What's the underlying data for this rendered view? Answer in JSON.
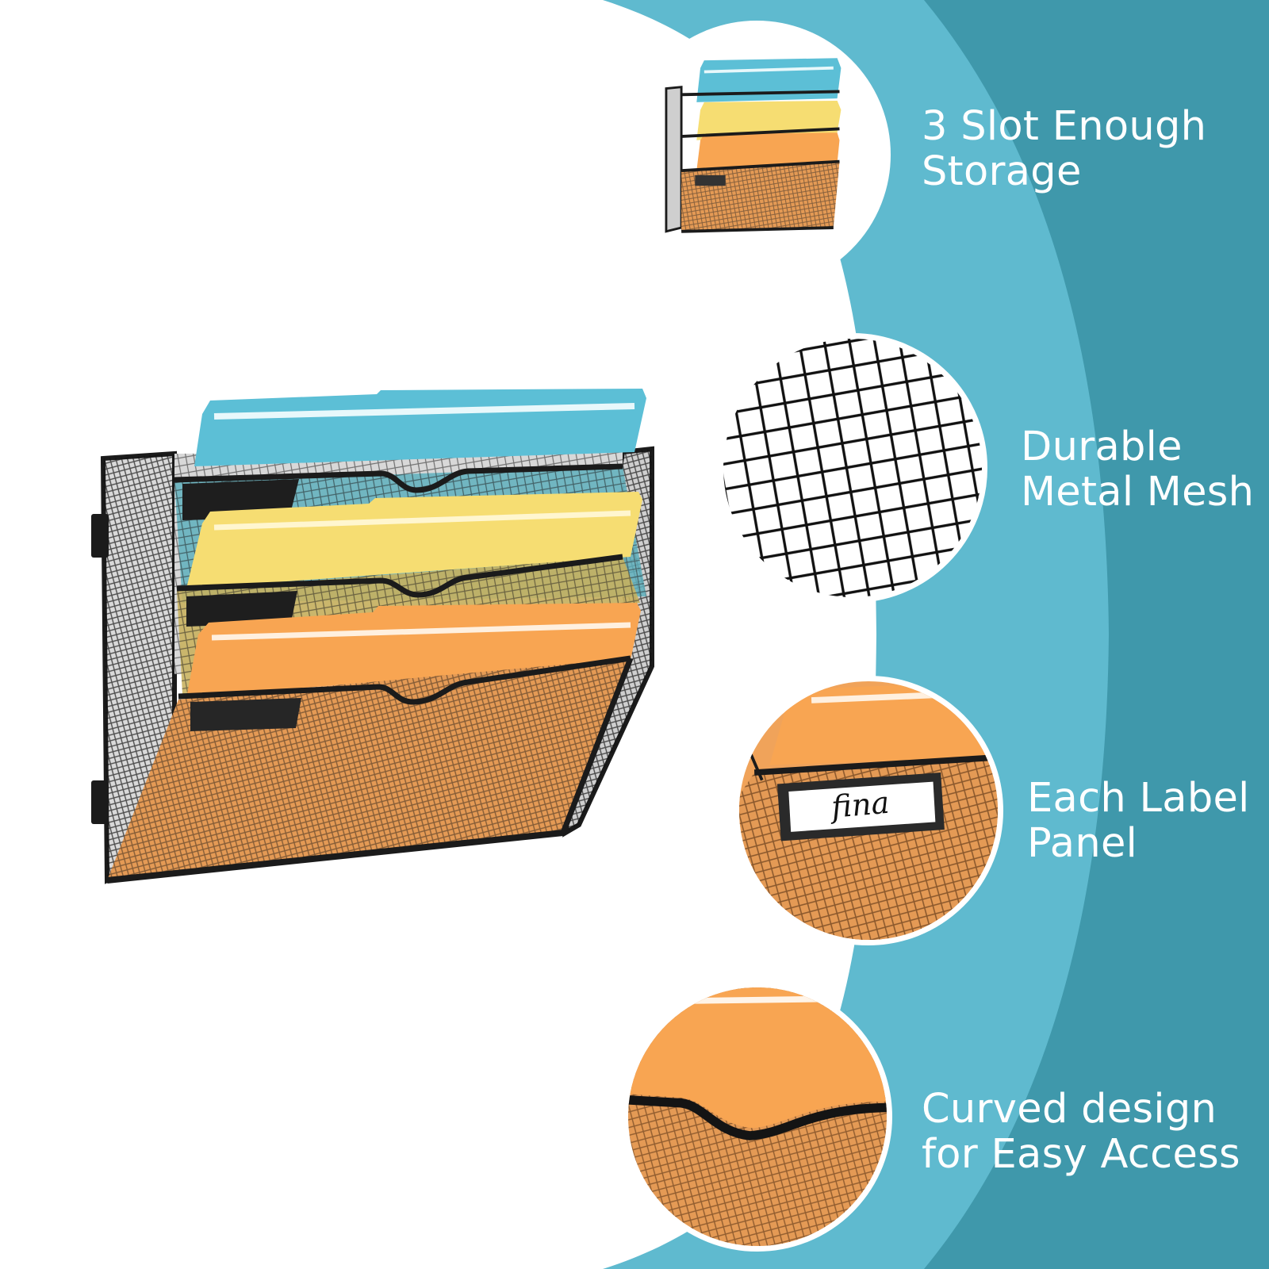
{
  "palette": {
    "background": "#ffffff",
    "band_light": "#5fbacf",
    "band_dark": "#3f98ab",
    "folder_blue": "#5cbfd6",
    "folder_yellow": "#f6dd72",
    "folder_orange": "#f8a552",
    "mesh_black": "#1b1b1b"
  },
  "product": {
    "name": "wall-mount-mesh-file-organizer",
    "slots": 3,
    "folder_colors": [
      "blue",
      "yellow",
      "orange"
    ]
  },
  "features": [
    {
      "id": "slots",
      "icon": "three-slot-organizer-thumbnail",
      "line1": "3 Slot Enough",
      "line2": "Storage"
    },
    {
      "id": "mesh",
      "icon": "metal-mesh-closeup",
      "line1": "Durable",
      "line2": "Metal Mesh"
    },
    {
      "id": "label",
      "icon": "label-panel-closeup",
      "line1": "Each Label",
      "line2": "Panel",
      "label_text": "fina"
    },
    {
      "id": "curve",
      "icon": "curved-edge-closeup",
      "line1": "Curved design",
      "line2": "for Easy Access"
    }
  ]
}
